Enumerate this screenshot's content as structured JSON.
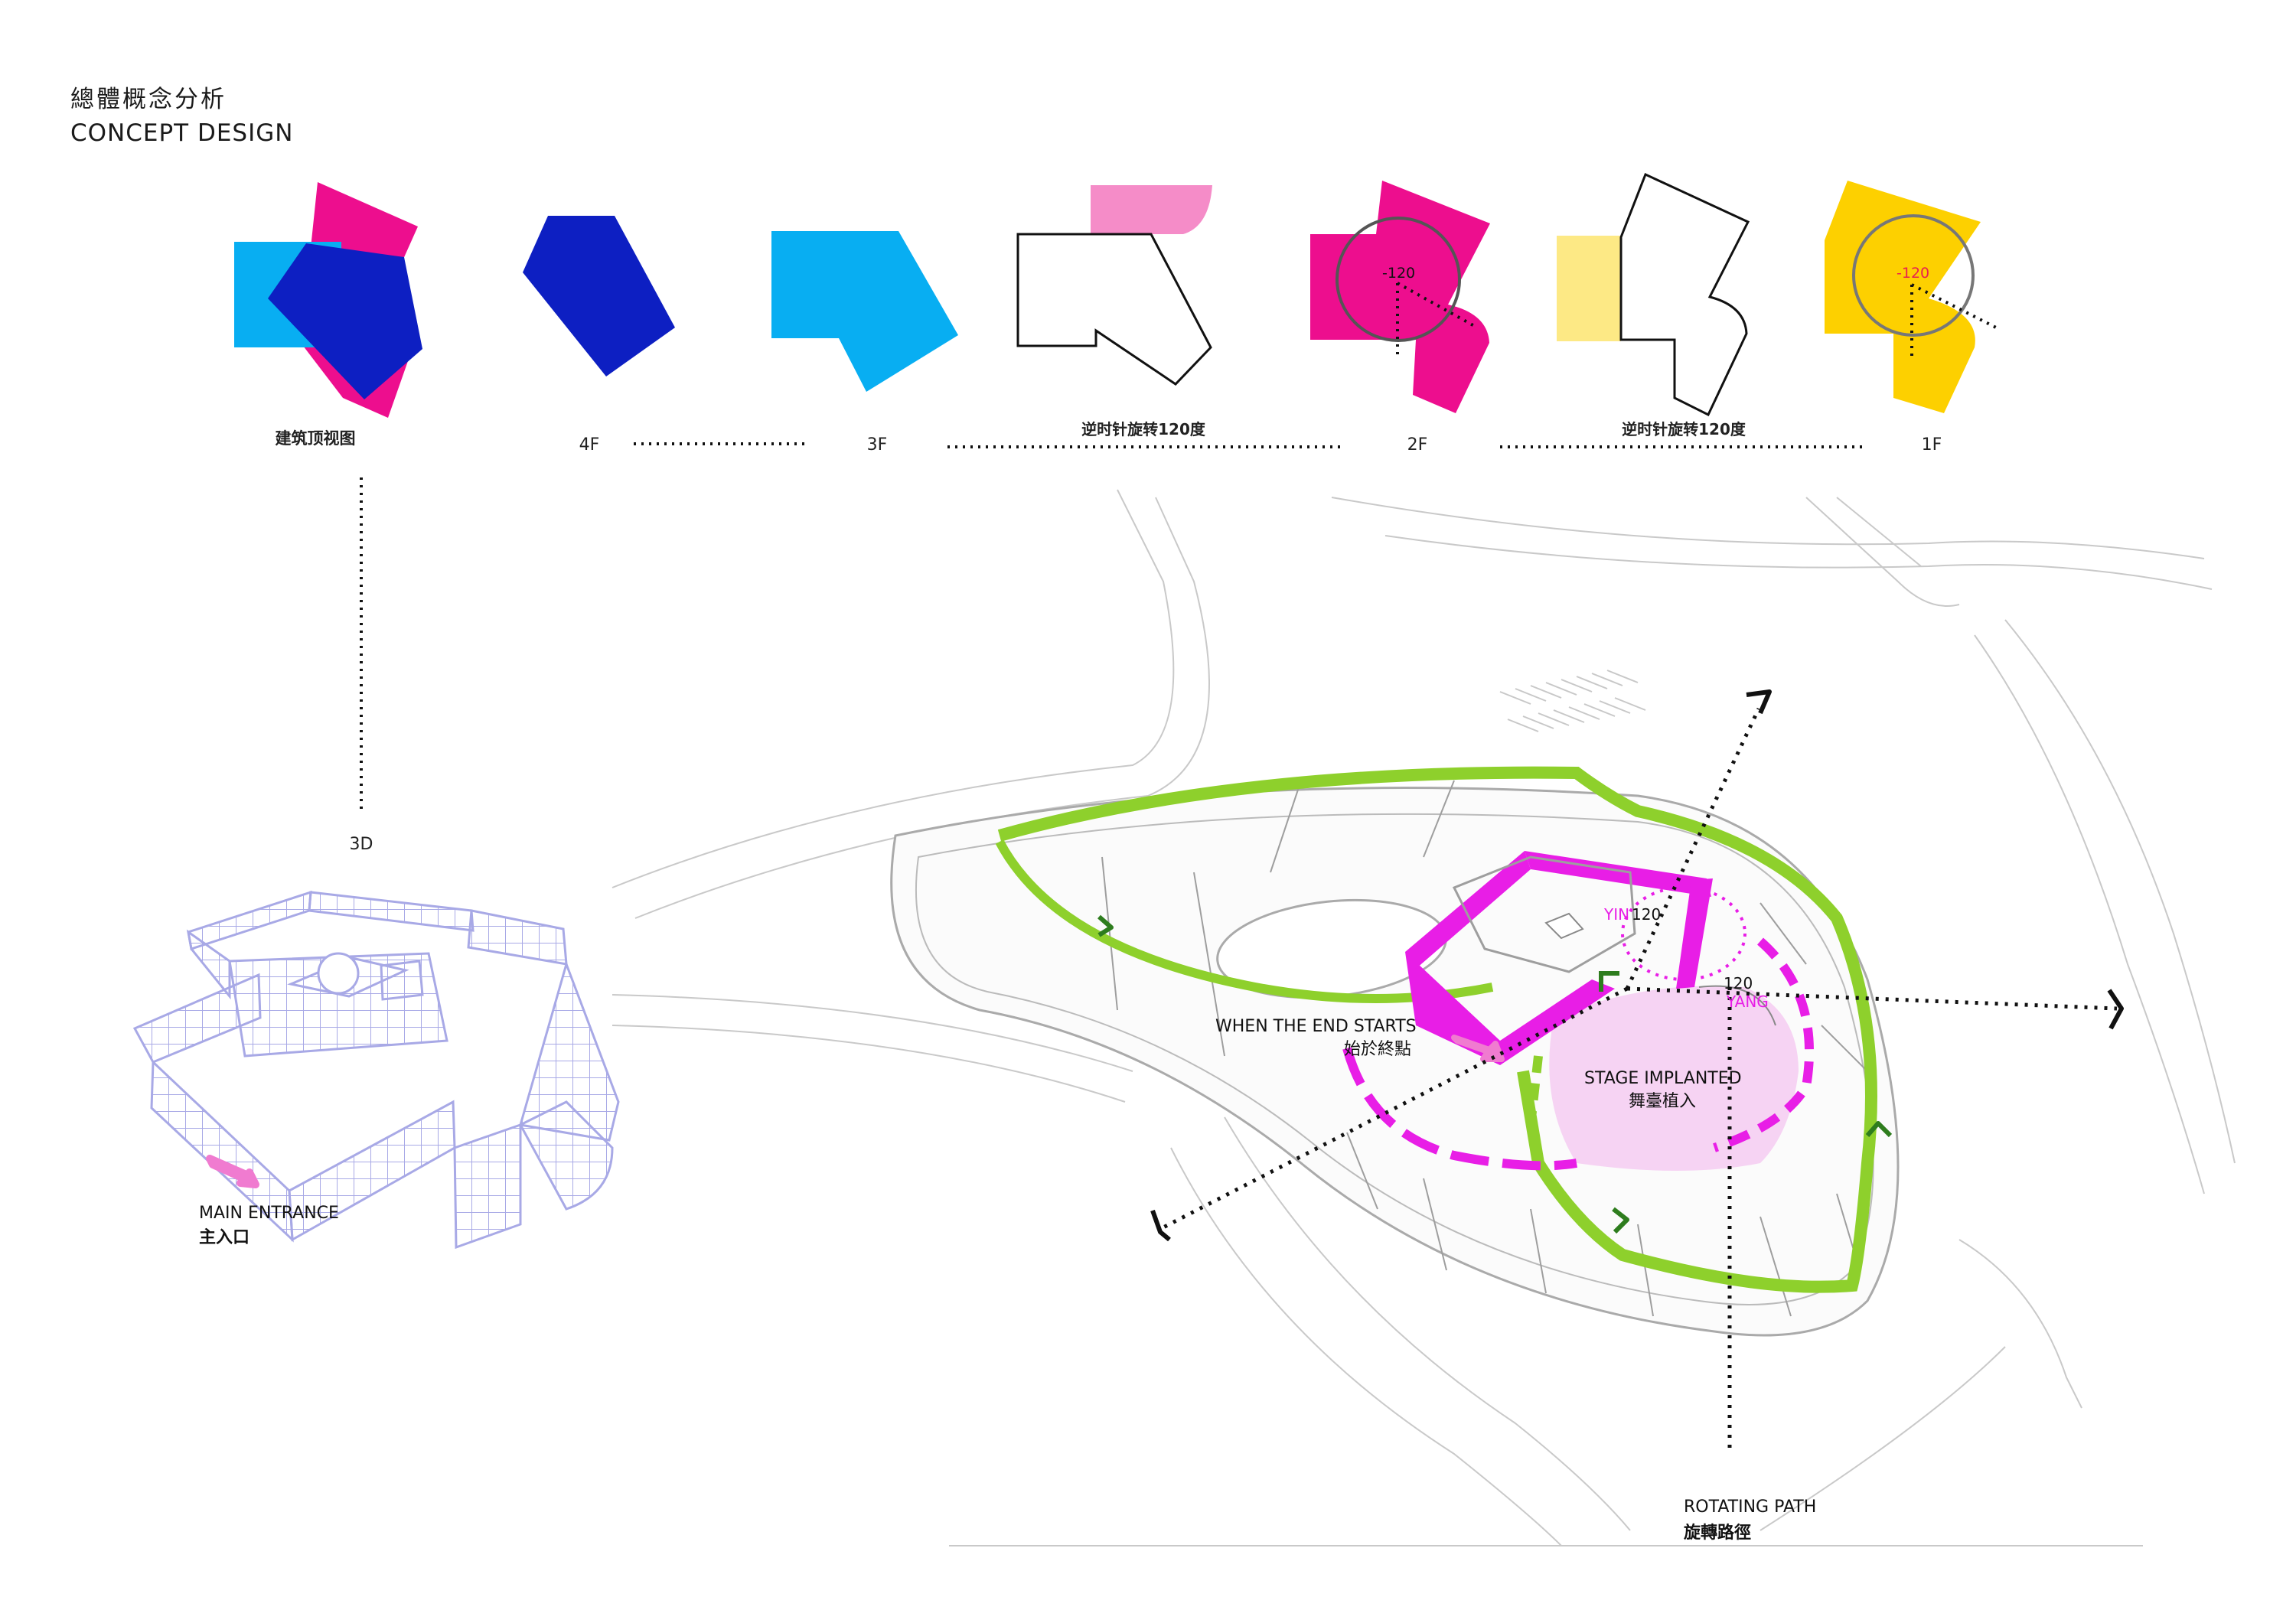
{
  "header": {
    "title_cn": "總體概念分析",
    "title_en": "CONCEPT DESIGN"
  },
  "floors": {
    "top_view_label": "建筑顶视图",
    "f4": "4F",
    "f3": "3F",
    "f2": "2F",
    "f1": "1F",
    "rotation_note_1": "逆时针旋转120度",
    "rotation_note_2": "逆时针旋转120度",
    "angle_2f": "-120",
    "angle_1f": "-120"
  },
  "model": {
    "label_3d": "3D",
    "main_entrance_en": "MAIN ENTRANCE",
    "main_entrance_cn": "主入口"
  },
  "site": {
    "yin": "YIN",
    "yin_angle": "120",
    "yang": "YANG",
    "yang_angle": "120",
    "end_starts_en": "WHEN THE END STARTS",
    "end_starts_cn": "始於終點",
    "stage_en": "STAGE IMPLANTED",
    "stage_cn": "舞臺植入",
    "path_en": "ROTATING PATH",
    "path_cn": "旋轉路徑"
  },
  "colors": {
    "magenta": "#ED0E8E",
    "navy": "#0D1FC2",
    "cyan": "#08AEF2",
    "pink_light": "#F58CC8",
    "yellow": "#FDD000",
    "yellow_light": "#FDE985",
    "site_magenta": "#E81EE6",
    "lime": "#8ED02C",
    "arrow_green": "#2E7D1E",
    "lavender": "#A8A9E6",
    "entrance_pink": "#F07BD0"
  }
}
